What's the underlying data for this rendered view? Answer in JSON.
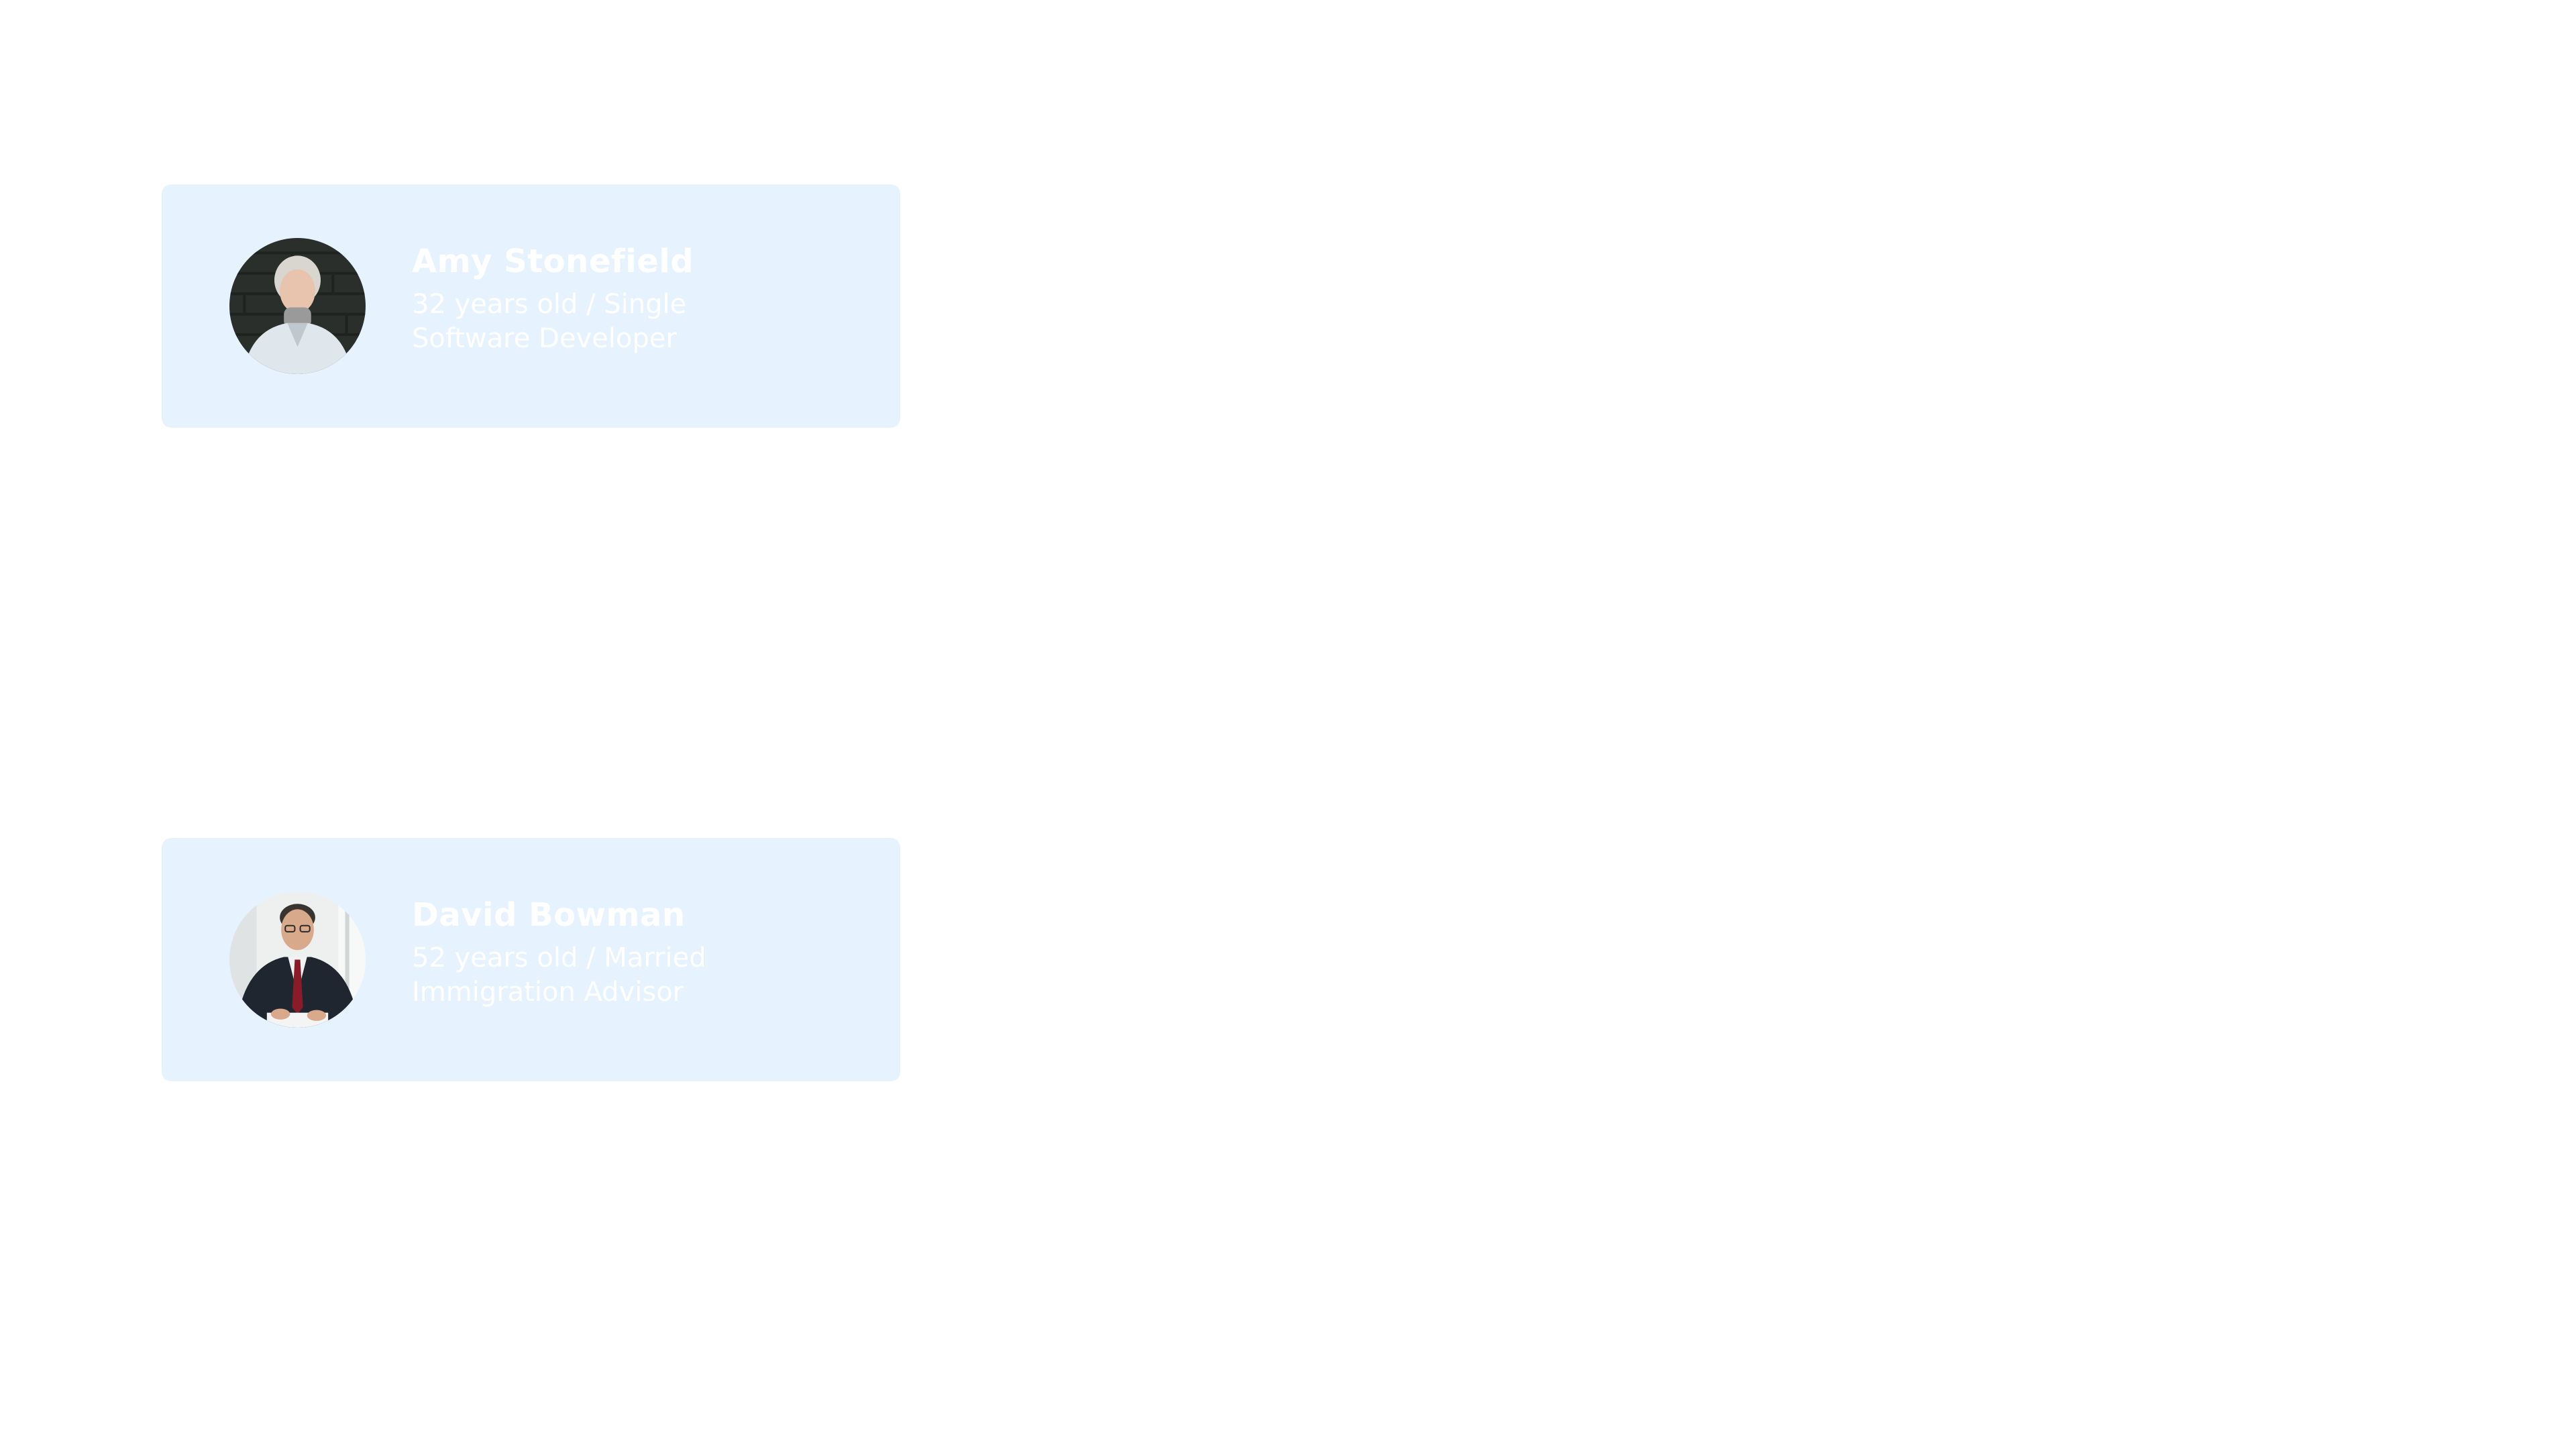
{
  "personas": [
    {
      "name": "Amy Stonefield",
      "age_status": "32 years old / Single",
      "occupation": "Software Developer",
      "avatar_icon": "person-photo-avatar"
    },
    {
      "name": "David Bowman",
      "age_status": "52 years old / Married",
      "occupation": "Immigration Advisor",
      "avatar_icon": "person-photo-avatar"
    }
  ],
  "colors": {
    "card_background": "#e6f3ff",
    "text": "#ffffff",
    "page_background": "#ffffff"
  }
}
